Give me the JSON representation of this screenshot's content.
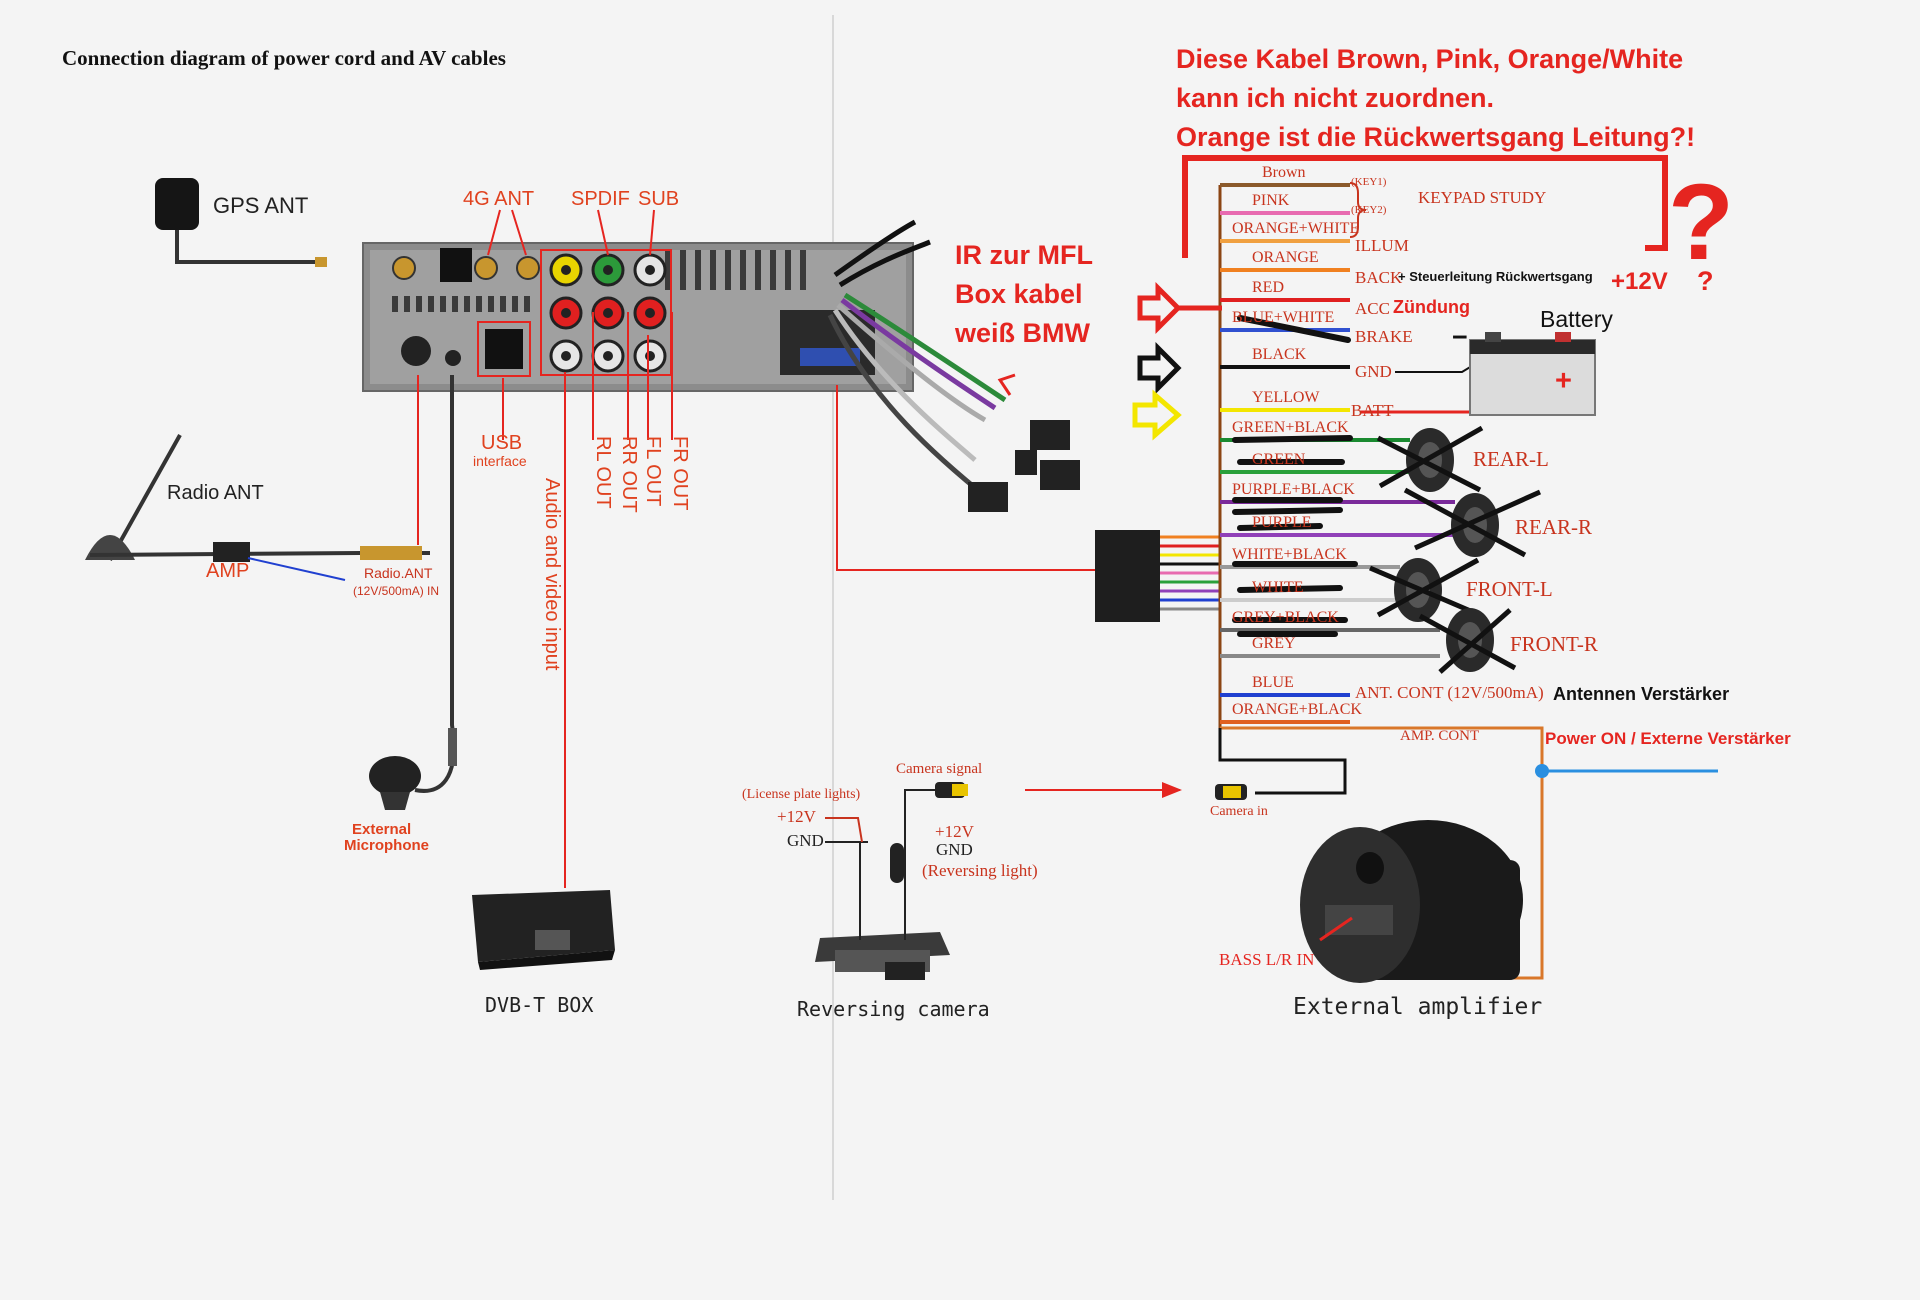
{
  "title": "Connection diagram of power cord and AV cables",
  "note": {
    "line1": "Diese Kabel Brown, Pink, Orange/White",
    "line2": "kann ich nicht zuordnen.",
    "line3": "Orange ist die Rückwertsgang Leitung?!",
    "question_mark": "?"
  },
  "head_unit": {
    "gps_ant": "GPS ANT",
    "ant_4g": "4G ANT",
    "spdif": "SPDIF",
    "sub": "SUB",
    "usb": "USB",
    "usb_sub": "interface",
    "rl_out": "RL OUT",
    "rr_out": "RR OUT",
    "fl_out": "FL OUT",
    "fr_out": "FR OUT",
    "av_input": "Audio and video input"
  },
  "ir_note": {
    "line1": "IR zur MFL",
    "line2": "Box kabel",
    "line3": "weiß BMW"
  },
  "radio": {
    "radio_ant": "Radio ANT",
    "amp": "AMP",
    "radio_ant_in": "Radio.ANT",
    "radio_ant_spec": "(12V/500mA) IN"
  },
  "external_mic": {
    "line1": "External",
    "line2": "Microphone"
  },
  "dvbt": "DVB-T BOX",
  "camera": {
    "license": "(License plate lights)",
    "plus12": "+12V",
    "gnd": "GND",
    "signal": "Camera signal",
    "plus12_b": "+12V",
    "gnd_b": "GND",
    "reversing_light": "(Reversing light)",
    "caption": "Reversing camera",
    "camera_in": "Camera in"
  },
  "wires": [
    {
      "name": "Brown",
      "color": "#8b5a2b"
    },
    {
      "name": "PINK",
      "color": "#e86bb0"
    },
    {
      "name": "ORANGE+WHITE",
      "color": "#f0a040"
    },
    {
      "name": "ORANGE",
      "color": "#f08020"
    },
    {
      "name": "RED",
      "color": "#e02020"
    },
    {
      "name": "BLUE+WHITE",
      "color": "#3050d0"
    },
    {
      "name": "BLACK",
      "color": "#111111"
    },
    {
      "name": "YELLOW",
      "color": "#f3e600"
    },
    {
      "name": "GREEN+BLACK",
      "color": "#1a8a30"
    },
    {
      "name": "GREEN",
      "color": "#29a03a"
    },
    {
      "name": "PURPLE+BLACK",
      "color": "#7a2a9a"
    },
    {
      "name": "PURPLE",
      "color": "#9040b8"
    },
    {
      "name": "WHITE+BLACK",
      "color": "#999999"
    },
    {
      "name": "WHITE",
      "color": "#cccccc"
    },
    {
      "name": "GREY+BLACK",
      "color": "#666666"
    },
    {
      "name": "GREY",
      "color": "#888888"
    },
    {
      "name": "BLUE",
      "color": "#2040d0"
    },
    {
      "name": "ORANGE+BLACK",
      "color": "#e06020"
    }
  ],
  "functions": {
    "key1": "(KEY1)",
    "key2": "(KEY2)",
    "keypad": "KEYPAD STUDY",
    "illum": "ILLUM",
    "back": "BACK",
    "back_note": "+ Steuerleitung Rückwertsgang",
    "plus12": "+12V",
    "q": "?",
    "acc": "ACC",
    "zuendung": "Zündung",
    "brake": "BRAKE",
    "gnd": "GND",
    "batt": "BATT",
    "ant_cont": "ANT. CONT (12V/500mA)",
    "ant_note": "Antennen Verstärker",
    "amp_cont": "AMP. CONT",
    "power_note": "Power ON / Externe Verstärker"
  },
  "battery": {
    "label": "Battery",
    "minus": "−",
    "plus": "+"
  },
  "speakers": {
    "rear_l": "REAR-L",
    "rear_r": "REAR-R",
    "front_l": "FRONT-L",
    "front_r": "FRONT-R"
  },
  "amplifier": {
    "bass": "BASS L/R IN",
    "caption": "External amplifier"
  },
  "colors": {
    "annotation_red": "#e52520",
    "label_orange": "#c8341e",
    "amp_cont_line": "#d9772a",
    "power_line": "#2a8fe0"
  }
}
